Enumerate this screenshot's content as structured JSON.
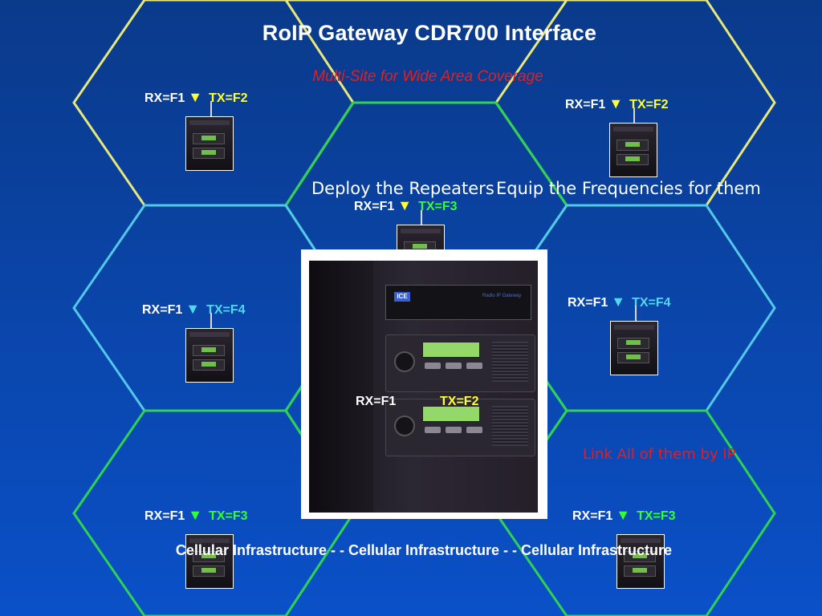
{
  "slide": {
    "title": "RoIP Gateway CDR700 Interface",
    "subtitle": "Multi-Site for Wide Area Coverage",
    "callouts": {
      "deploy": "Deploy the Repeaters",
      "equip": "Equip the Frequencies for them",
      "link": "Link All of them by IP"
    },
    "footer": "Cellular Infrastructure - - Cellular Infrastructure - - Cellular Infrastructure",
    "colors": {
      "background_top": "#0a3a8a",
      "background_bottom": "#0a50c8",
      "hex_yellow": "#e8e87a",
      "hex_cyan": "#53c8e8",
      "hex_green": "#2ed352",
      "title_text": "#ffffff",
      "subtitle_text": "#e02020",
      "tx_f2": "#ffff33",
      "tx_f3": "#33ff33",
      "tx_f4": "#4fd8f0"
    }
  },
  "cells": [
    {
      "rx": "RX=F1",
      "arrow": "▼",
      "tx": "TX=F2"
    },
    {
      "rx": "RX=F1",
      "arrow": "▼",
      "tx": "TX=F2"
    },
    {
      "rx": "RX=F1",
      "arrow": "▼",
      "tx": "TX=F3"
    },
    {
      "rx": "RX=F1",
      "arrow": "▼",
      "tx": "TX=F4"
    },
    {
      "rx": "RX=F1",
      "arrow": "▼",
      "tx": "TX=F4"
    },
    {
      "rx": "RX=F1",
      "arrow": "▼",
      "tx": "TX=F3"
    },
    {
      "rx": "RX=F1",
      "arrow": "▼",
      "tx": "TX=F3"
    }
  ],
  "gateway": {
    "rx": "RX=F1",
    "tx": "TX=F2",
    "brand": "Radio IP Gateway",
    "logo": "ICE"
  }
}
